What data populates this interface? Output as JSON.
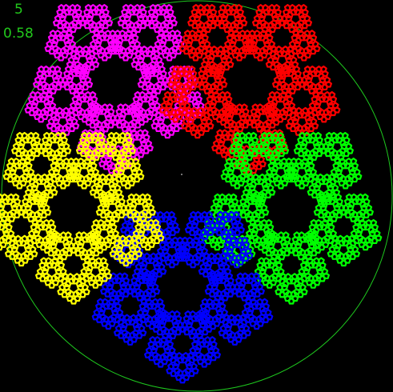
{
  "overlay": {
    "depth": "5",
    "ratio": "0.58",
    "text_color": "#22c91c"
  },
  "fractal": {
    "iteration_depth": 5,
    "scale_ratio": 0.58,
    "polygon_sides": 5,
    "boundary_circle_color": "#1ec81e",
    "background_color": "#000000",
    "branch_colors": [
      "#ff00ff",
      "#ff0000",
      "#00ff00",
      "#0000ff",
      "#ffff00"
    ]
  }
}
